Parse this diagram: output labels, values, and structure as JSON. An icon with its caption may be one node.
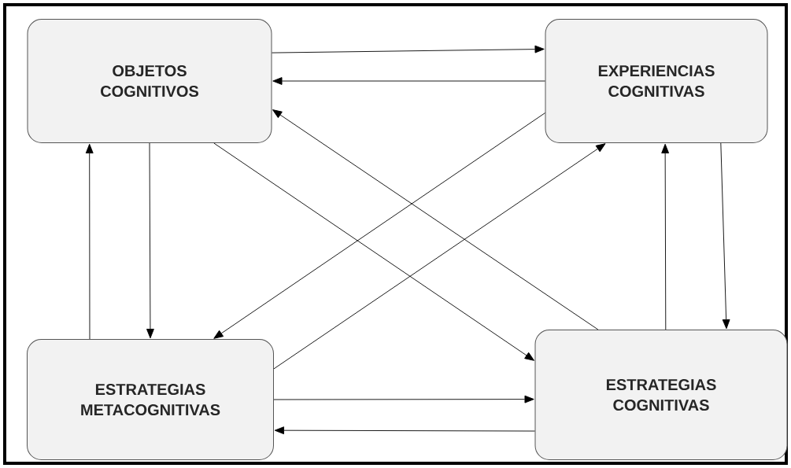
{
  "diagram": {
    "nodes": [
      {
        "text": [
          "OBJETOS COGNITIVOS"
        ]
      },
      {
        "text": [
          "EXPERIENCIAS COGNITIVAS"
        ]
      },
      {
        "text": [
          "ESTRATEGIAS METACOGNITIVAS"
        ]
      },
      {
        "text": [
          "ESTRATEGIAS COGNITIVAS"
        ]
      }
    ],
    "edges": [
      {
        "from": 0,
        "to": 1,
        "arrow": "to"
      },
      {
        "from": 1,
        "to": 0,
        "arrow": "to"
      },
      {
        "from": 2,
        "to": 0,
        "arrow": "to"
      },
      {
        "from": 0,
        "to": 2,
        "arrow": "to"
      },
      {
        "from": 0,
        "to": 3,
        "arrow": "to"
      },
      {
        "from": 3,
        "to": 0,
        "arrow": "to"
      },
      {
        "from": 1,
        "to": 2,
        "arrow": "to"
      },
      {
        "from": 2,
        "to": 1,
        "arrow": "to"
      },
      {
        "from": 2,
        "to": 3,
        "arrow": "to"
      },
      {
        "from": 3,
        "to": 2,
        "arrow": "to"
      },
      {
        "from": 3,
        "to": 1,
        "arrow": "to"
      },
      {
        "from": 1,
        "to": 3,
        "arrow": "to"
      }
    ]
  }
}
